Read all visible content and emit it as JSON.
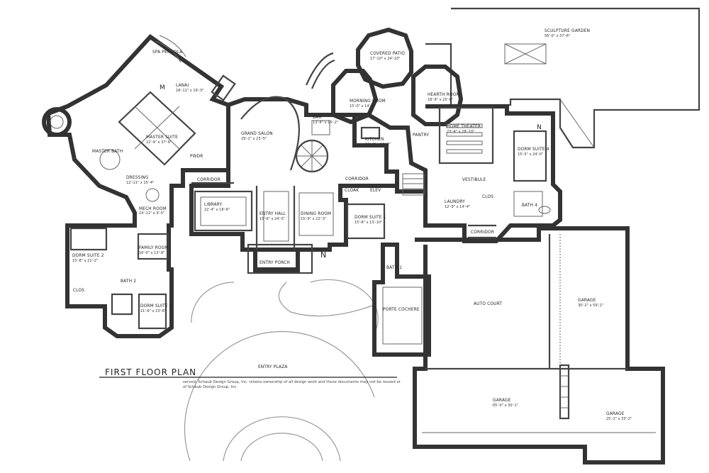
{
  "plan": {
    "title": "FIRST FLOOR PLAN",
    "copyright_1": "served. Schaub Design Group, Inc. retains ownership of all design work and these documents may not be reused or",
    "copyright_2": "of Schaub Design Group, Inc."
  },
  "rooms": {
    "sculpture_garden": {
      "name": "SCULPTURE GARDEN",
      "dim": "56'-0\" x 37'-6\""
    },
    "covered_patio": {
      "name": "COVERED PATIO",
      "dim": "17'-10\" x 24'-10\""
    },
    "hearth_room": {
      "name": "HEARTH ROOM",
      "dim": "18'-9\" x 25'-6\""
    },
    "spa_pergola": {
      "name": "SPA PERGOLA"
    },
    "lanai": {
      "name": "LANAI",
      "dim": "18'-11\" x 19'-3\""
    },
    "morning_room": {
      "name": "MORNING ROOM",
      "dim": "15'-0\" x 14'-6\""
    },
    "bar": {
      "name": "BAR",
      "dim": "13'-4\" x 15'-2\""
    },
    "kitchen": {
      "name": "KITCHEN",
      "dim": "24'-4\" x 11'-2\""
    },
    "pantry": {
      "name": "PANTRY"
    },
    "home_theater": {
      "name": "HOME THEATER",
      "dim": "23'-4\" x 28'-10\""
    },
    "grand_salon": {
      "name": "GRAND SALON",
      "dim": "29'-1\" x 23'-5\""
    },
    "master_suite": {
      "name": "MASTER SUITE",
      "dim": "22'-9\" x 37'-6\""
    },
    "master_bath": {
      "name": "MASTER BATH"
    },
    "dressing": {
      "name": "DRESSING",
      "dim": "12'-11\" x 15'-4\""
    },
    "corridor_west": {
      "name": "CORRIDOR"
    },
    "library": {
      "name": "LIBRARY",
      "dim": "22'-4\" x 18'-6\""
    },
    "entry_hall": {
      "name": "ENTRY HALL",
      "dim": "15'-6\" x 24'-5\""
    },
    "dining_room": {
      "name": "DINING ROOM",
      "dim": "15'-9\" x 22'-3\""
    },
    "dorm_suite_1": {
      "name": "DORM SUITE 1",
      "dim": "15'-8\" x 13'-10\""
    },
    "dorm_suite_2": {
      "name": "DORM SUITE 2",
      "dim": "15'-8\" x 21'-2\""
    },
    "dorm_suite_3": {
      "name": "DORM SUITE 3",
      "dim": "21'-6\" x 23'-6\""
    },
    "dorm_suite_4": {
      "name": "DORM SUITE 4",
      "dim": "15'-5\" x 24'-0\""
    },
    "entry_porch": {
      "name": "ENTRY PORCH"
    },
    "laundry": {
      "name": "LAUNDRY",
      "dim": "12'-9\" x 14'-4\""
    },
    "corridor_east": {
      "name": "CORRIDOR"
    },
    "porte_cochere": {
      "name": "PORTE COCHERE"
    },
    "auto_court": {
      "name": "AUTO COURT"
    },
    "garage_1": {
      "name": "GARAGE",
      "dim": "30'-2\" x 59'-1\""
    },
    "garage_2": {
      "name": "GARAGE",
      "dim": "65'-0\" x 30'-1\""
    },
    "garage_3": {
      "name": "GARAGE",
      "dim": "25'-2\" x 33'-2\""
    },
    "entry_plaza": {
      "name": "ENTRY PLAZA"
    },
    "family_room": {
      "name": "FAMILY ROOM",
      "dim": "16'-0\" x 13'-9\""
    },
    "mech_room": {
      "name": "MECH ROOM",
      "dim": "14'-11\" x 9'-5\""
    },
    "bath_4": {
      "name": "BATH 4"
    },
    "bath_1": {
      "name": "BATH 1"
    },
    "bath_2": {
      "name": "BATH 2"
    },
    "clos_west": {
      "name": "CLOS"
    },
    "clos_east": {
      "name": "CLOS"
    },
    "cloak": {
      "name": "CLOAK"
    },
    "elev": {
      "name": "ELEV"
    },
    "powder": {
      "name": "PWDR"
    },
    "corridor_mid": {
      "name": "CORRIDOR"
    },
    "vestibule": {
      "name": "VESTIBULE"
    }
  }
}
